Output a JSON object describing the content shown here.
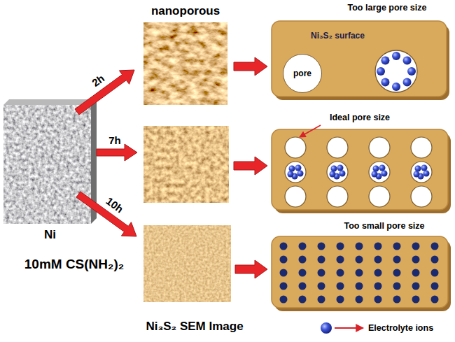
{
  "diagram": {
    "nodes": [
      {
        "text": [
          "Ni"
        ]
      },
      {
        "text": [
          "Too large pore size",
          "Ni₃S₂ surface"
        ]
      },
      {
        "text": [
          "pore"
        ],
        "in": 1
      },
      {
        "text": [
          "Ideal pore size"
        ]
      },
      {
        "text": [
          "Too small pore size"
        ]
      }
    ],
    "labels": [
      "nanoporous",
      "2h",
      "7h",
      "10h",
      "10mM CS(NH₂)₂",
      "Ni₃S₂ SEM Image"
    ],
    "legend": [
      {
        "text": "Electrolyte ions"
      }
    ]
  }
}
